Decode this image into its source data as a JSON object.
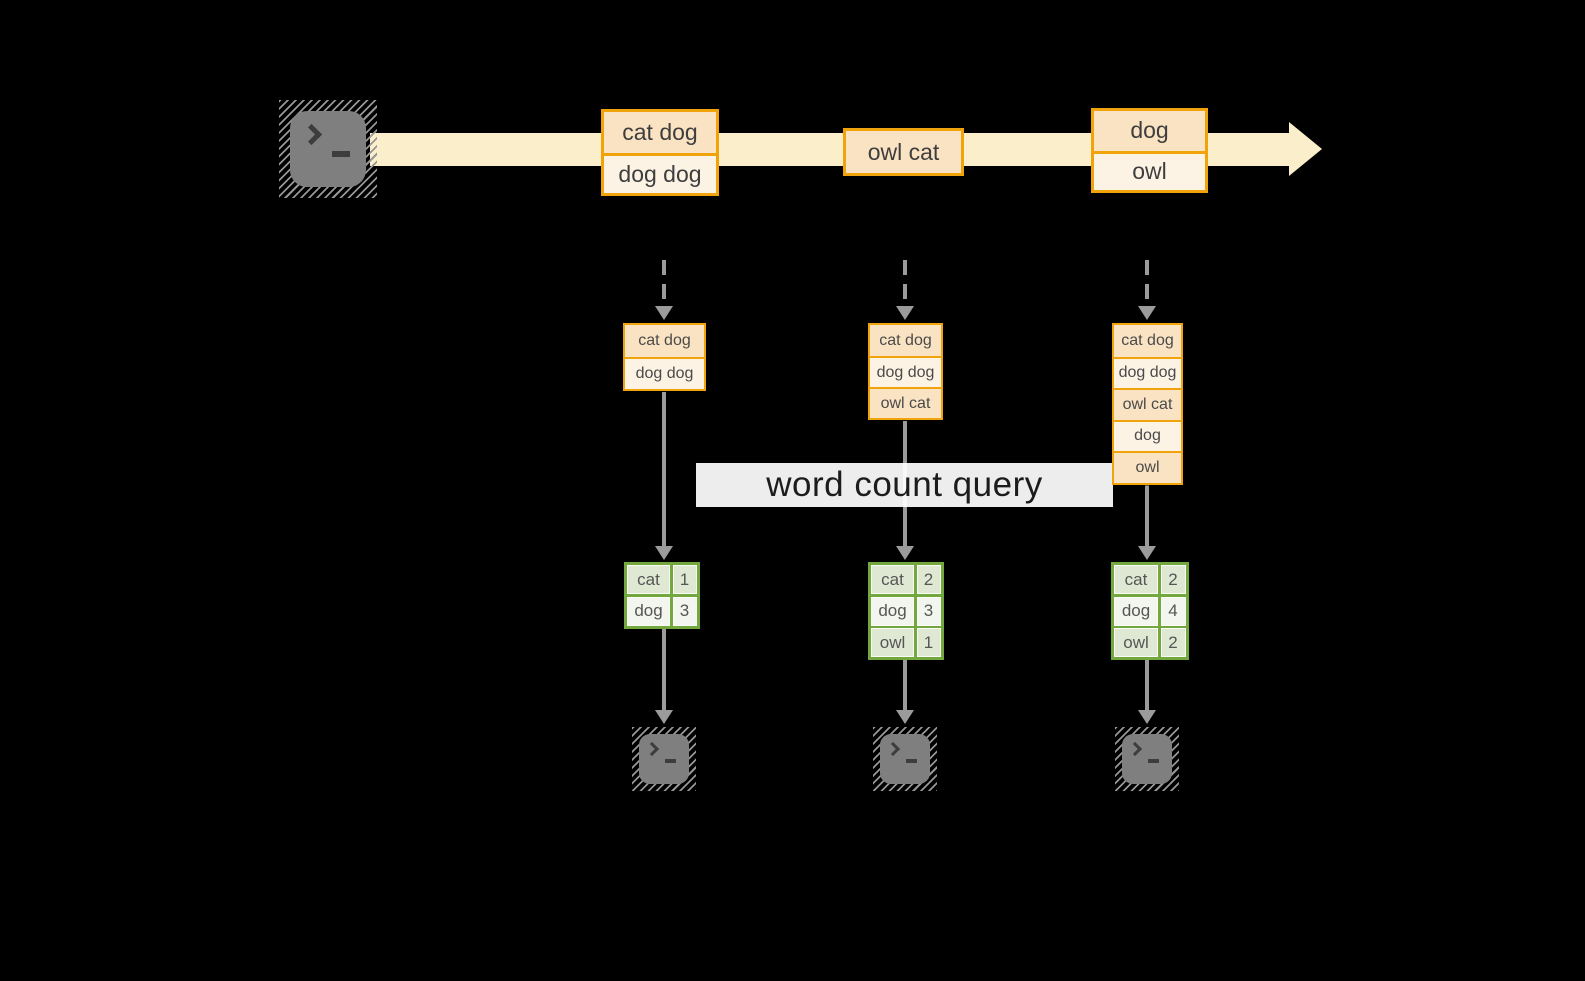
{
  "colors": {
    "background": "#000000",
    "stream_band": "#FBEFCB",
    "event_border": "#F0A30A",
    "event_fill_dark": "#FAE3C3",
    "event_fill_light": "#FDF3E5",
    "table_border": "#73A83E",
    "table_fill_dark": "#DFE8D3",
    "table_fill_light": "#F3F6EE",
    "arrow_gray": "#9B9B9B",
    "terminal_gray": "#7F7F7F"
  },
  "stream": {
    "source_icon": "terminal-prompt-icon",
    "events": [
      {
        "lines": [
          "cat dog",
          "dog dog"
        ]
      },
      {
        "lines": [
          "owl cat"
        ]
      },
      {
        "lines": [
          "dog",
          "owl"
        ]
      }
    ]
  },
  "query_label": "word count query",
  "columns": [
    {
      "state_lines": [
        "cat dog",
        "dog dog"
      ],
      "counts": [
        {
          "word": "cat",
          "count": 1
        },
        {
          "word": "dog",
          "count": 3
        }
      ]
    },
    {
      "state_lines": [
        "cat dog",
        "dog dog",
        "owl cat"
      ],
      "counts": [
        {
          "word": "cat",
          "count": 2
        },
        {
          "word": "dog",
          "count": 3
        },
        {
          "word": "owl",
          "count": 1
        }
      ]
    },
    {
      "state_lines": [
        "cat dog",
        "dog dog",
        "owl cat",
        "dog",
        "owl"
      ],
      "counts": [
        {
          "word": "cat",
          "count": 2
        },
        {
          "word": "dog",
          "count": 4
        },
        {
          "word": "owl",
          "count": 2
        }
      ]
    }
  ]
}
